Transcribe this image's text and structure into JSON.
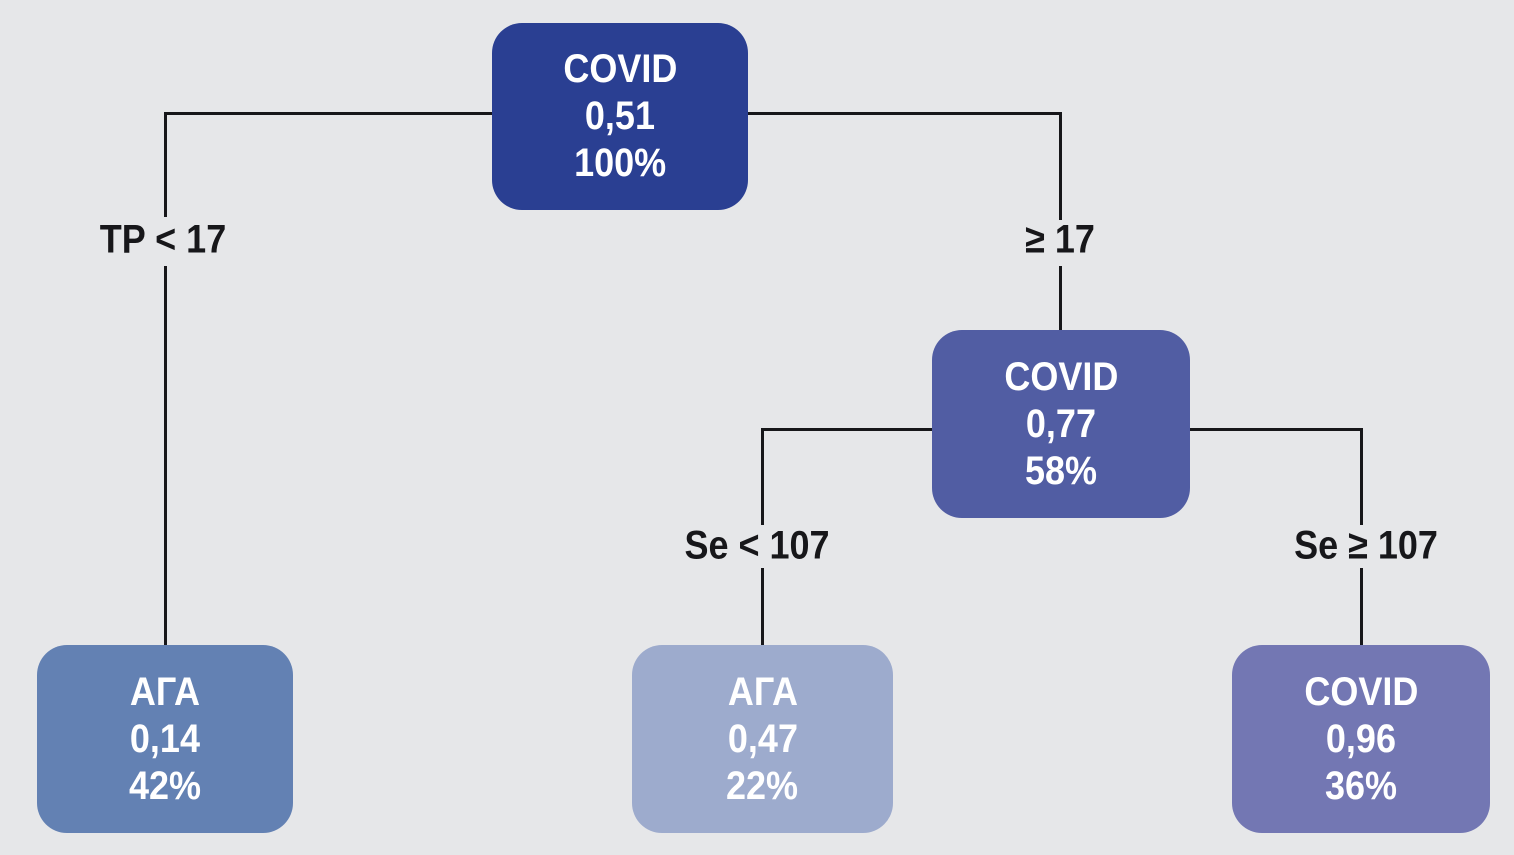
{
  "figure": {
    "type": "decision-tree",
    "background_color": "#e6e7e9",
    "line_color": "#17171a",
    "node_text_color": "#ffffff",
    "edge_label_color": "#17171a"
  },
  "nodes": {
    "root": {
      "label": "COVID",
      "value": "0,51",
      "percent": "100%",
      "color": "#2a3f92"
    },
    "ge17": {
      "label": "COVID",
      "value": "0,77",
      "percent": "58%",
      "color": "#515da3"
    },
    "leaf_tp_lt_17": {
      "label": "АГА",
      "value": "0,14",
      "percent": "42%",
      "color": "#6381b3"
    },
    "leaf_se_lt_107": {
      "label": "АГА",
      "value": "0,47",
      "percent": "22%",
      "color": "#9dabcd"
    },
    "leaf_se_ge_107": {
      "label": "COVID",
      "value": "0,96",
      "percent": "36%",
      "color": "#7377b3"
    }
  },
  "edge_labels": {
    "tp_lt_17": "TP < 17",
    "tp_ge_17": "≥ 17",
    "se_lt_107": "Se < 107",
    "se_ge_107": "Se ≥ 107"
  }
}
